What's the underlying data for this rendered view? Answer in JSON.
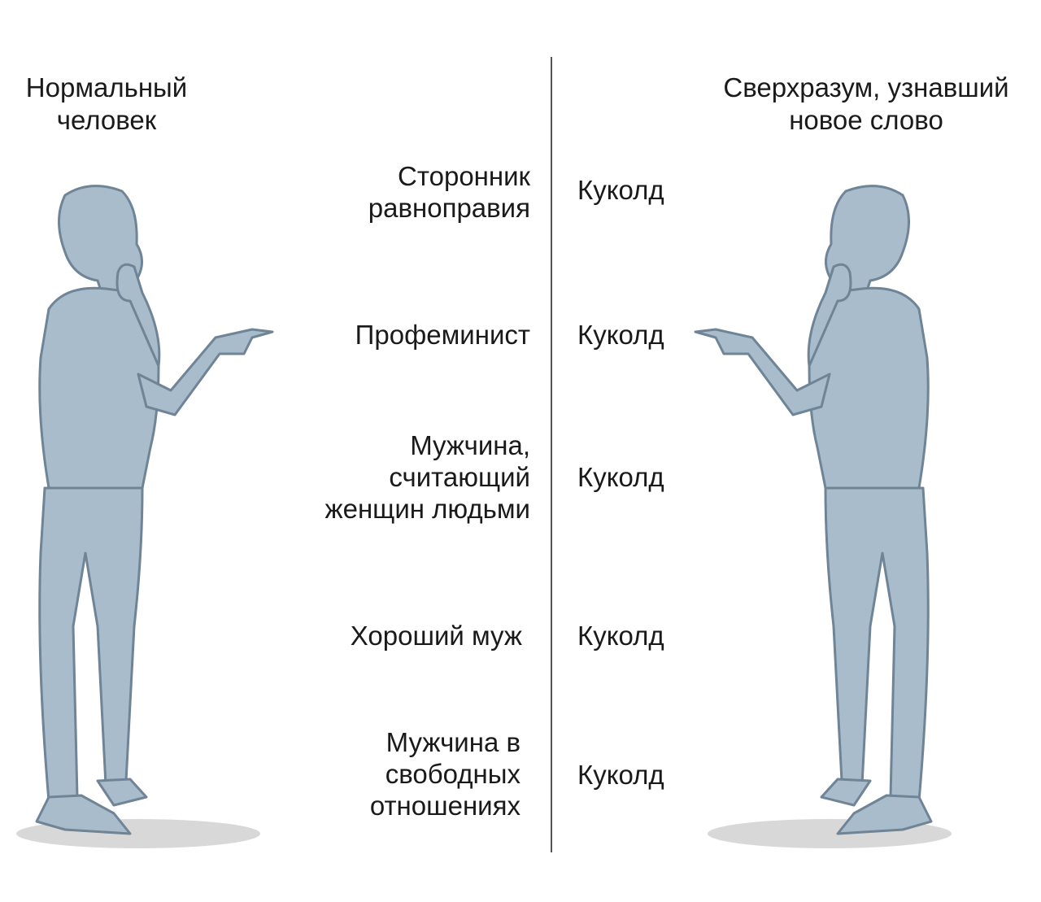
{
  "headers": {
    "left": "Нормальный человек",
    "right": "Сверхразум, узнавший новое слово"
  },
  "rows": [
    {
      "left": "Сторонник равноправия",
      "right": "Куколд"
    },
    {
      "left": "Профеминист",
      "right": "Куколд"
    },
    {
      "left": "Мужчина, считающий женщин людьми",
      "right": "Куколд"
    },
    {
      "left": "Хороший муж",
      "right": "Куколд"
    },
    {
      "left": "Мужчина в свободных отношениях",
      "right": "Куколд"
    }
  ],
  "colors": {
    "figure": "#a9bccb",
    "outline": "#6f8496",
    "shadow": "#d0d0d0"
  }
}
